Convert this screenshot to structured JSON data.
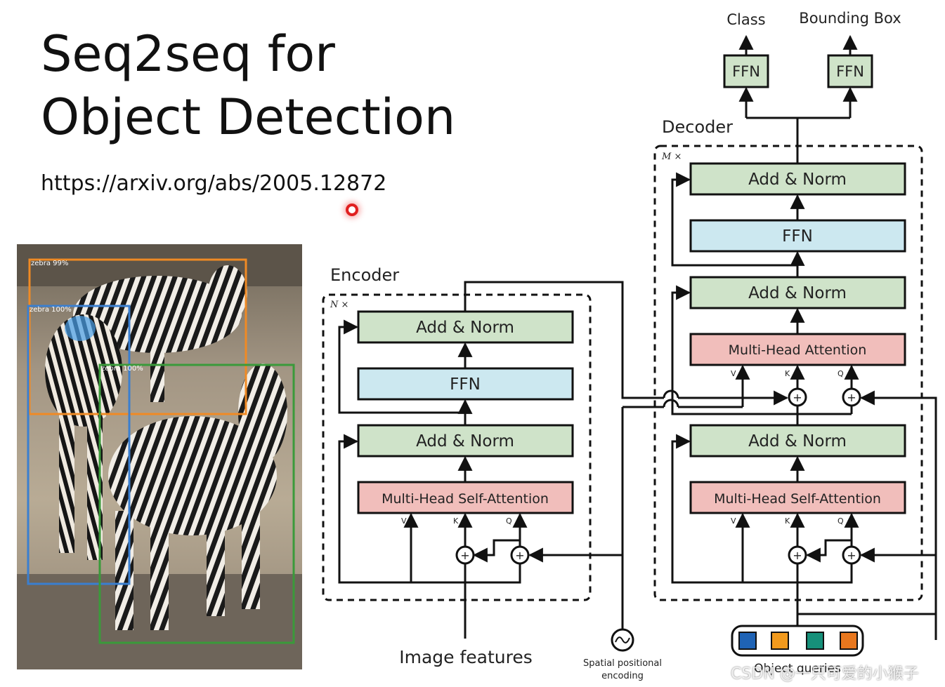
{
  "title": {
    "line1": "Seq2seq for",
    "line2": "Object Detection"
  },
  "paper_url": "https://arxiv.org/abs/2005.12872",
  "photo": {
    "detections": [
      {
        "label": "zebra 99%",
        "color": "#f08a24"
      },
      {
        "label": "zebra 100%",
        "color": "#3a7fd0"
      },
      {
        "label": "zebra 100%",
        "color": "#3a9a3a"
      }
    ]
  },
  "encoder": {
    "title": "Encoder",
    "repeat": "N ×",
    "add_norm_top": "Add & Norm",
    "ffn": "FFN",
    "add_norm_bottom": "Add & Norm",
    "attention": "Multi-Head Self-Attention",
    "v": "V",
    "k": "K",
    "q": "Q",
    "input_label": "Image features"
  },
  "pos_encoding": {
    "line1": "Spatial positional",
    "line2": "encoding"
  },
  "decoder": {
    "title": "Decoder",
    "repeat": "M ×",
    "add_norm_top": "Add & Norm",
    "ffn": "FFN",
    "add_norm_mid": "Add & Norm",
    "cross_attention": "Multi-Head Attention",
    "add_norm_bottom": "Add & Norm",
    "self_attention": "Multi-Head Self-Attention",
    "v": "V",
    "k": "K",
    "q": "Q",
    "queries_label": "Object queries",
    "query_colors": [
      "#1f63b5",
      "#f29a1d",
      "#16907a",
      "#e8771e"
    ]
  },
  "heads": {
    "class_label": "Class",
    "bbox_label": "Bounding Box",
    "class_ffn": "FFN",
    "bbox_ffn": "FFN"
  },
  "watermark": "CSDN @一只可爱的小猴子",
  "colors": {
    "add_norm": "#cfe3c9",
    "ffn": "#cce8f0",
    "attention": "#f1bebb",
    "line": "#111111"
  }
}
